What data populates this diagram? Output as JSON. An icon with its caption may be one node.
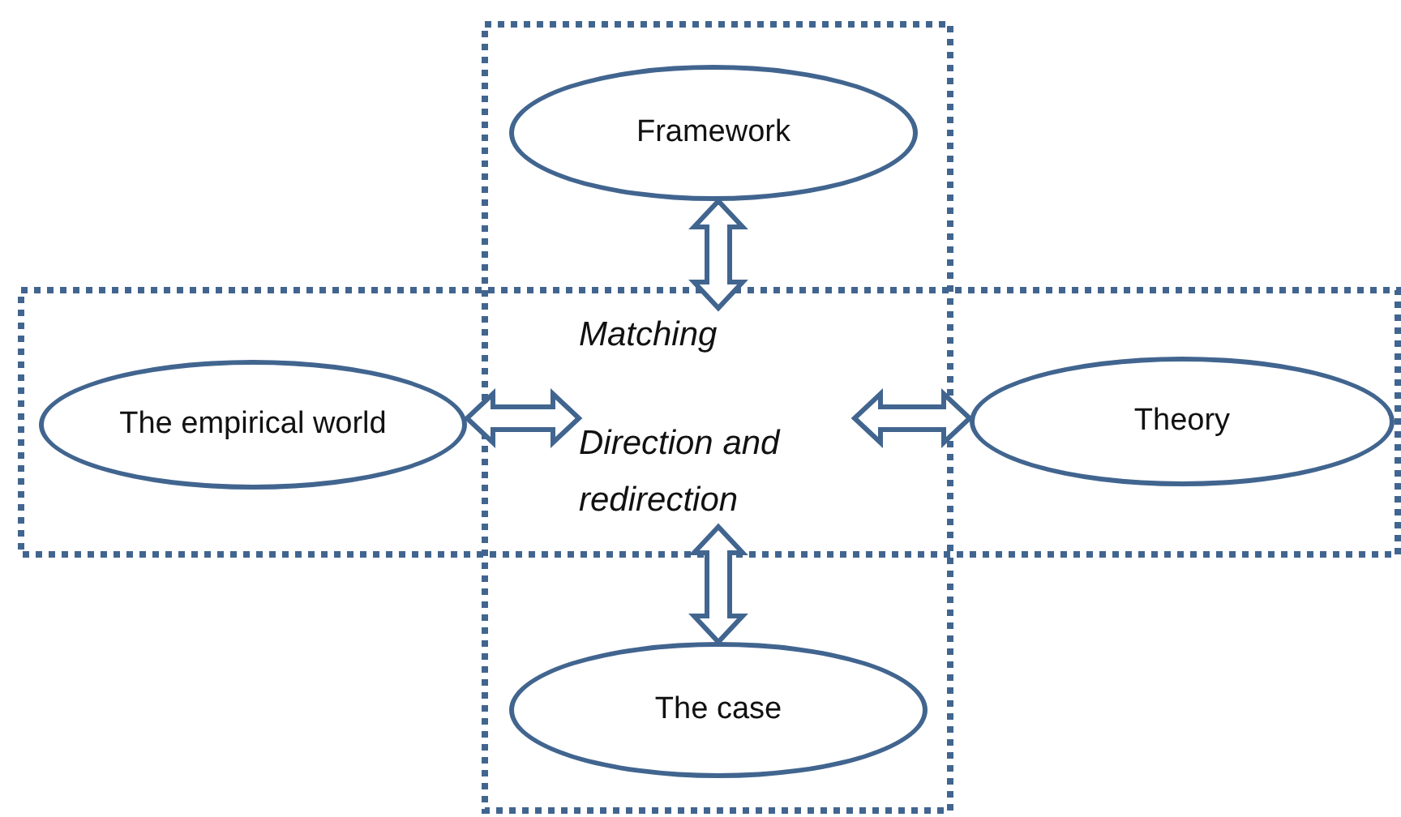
{
  "diagram": {
    "nodes": [
      {
        "text": [
          "Framework"
        ]
      },
      {
        "text": [
          "Matching"
        ]
      },
      {
        "text": [
          "The empirical world"
        ]
      },
      {
        "text": [
          "Direction and redirection"
        ]
      },
      {
        "text": [
          "Theory"
        ]
      },
      {
        "text": [
          "The case"
        ]
      }
    ],
    "edges": [
      {
        "from": 0,
        "to": 1,
        "arrow": "both"
      },
      {
        "from": 2,
        "to": 3,
        "arrow": "both"
      },
      {
        "from": 3,
        "to": 4,
        "arrow": "both"
      },
      {
        "from": 3,
        "to": 5,
        "arrow": "both"
      }
    ]
  }
}
